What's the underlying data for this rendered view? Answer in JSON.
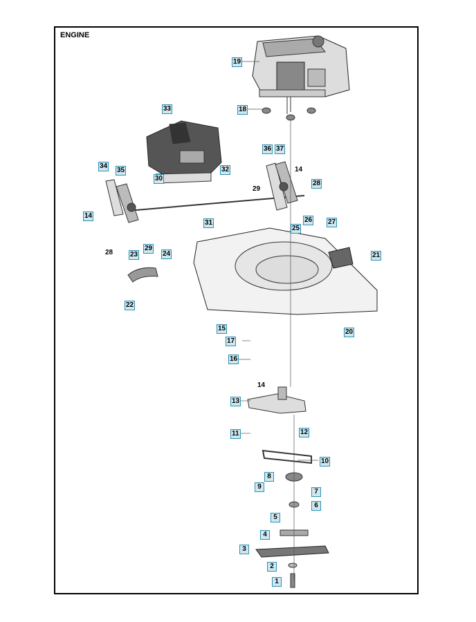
{
  "title": "ENGINE",
  "colors": {
    "callout_fill": "#cfe8f0",
    "callout_border": "#2a8fb5",
    "line": "#333333"
  },
  "callouts": {
    "c1": "1",
    "c2": "2",
    "c3": "3",
    "c4": "4",
    "c5": "5",
    "c6": "6",
    "c7": "7",
    "c8": "8",
    "c9": "9",
    "c10": "10",
    "c11": "11",
    "c12": "12",
    "c13": "13",
    "c14a": "14",
    "c15": "15",
    "c16": "16",
    "c17": "17",
    "c18": "18",
    "c19": "19",
    "c20": "20",
    "c21": "21",
    "c22": "22",
    "c23": "23",
    "c24": "24",
    "c25": "25",
    "c26": "26",
    "c27": "27",
    "c28a": "28",
    "c29a": "29",
    "c30": "30",
    "c31": "31",
    "c32": "32",
    "c33": "33",
    "c34": "34",
    "c35": "35",
    "c36": "36",
    "c37": "37"
  },
  "plain_labels": {
    "p14a": "14",
    "p14b": "14",
    "p28": "28",
    "p29": "29"
  }
}
